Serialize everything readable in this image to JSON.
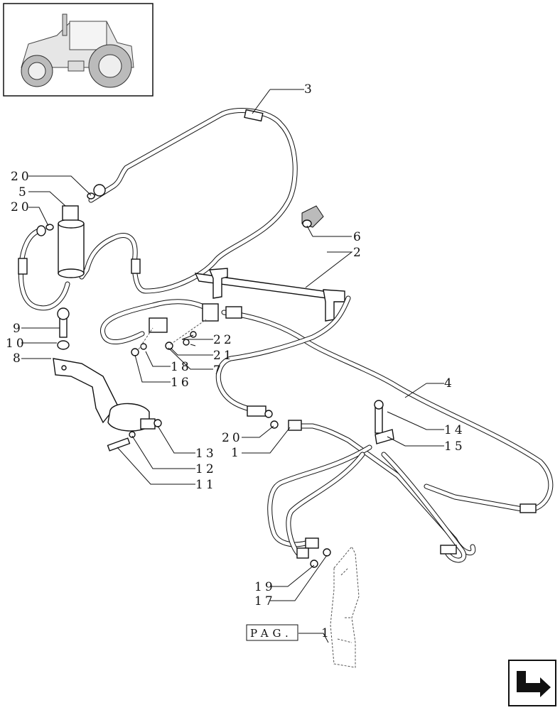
{
  "labels": [
    {
      "id": "3",
      "text": "3"
    },
    {
      "id": "20a",
      "text": "20"
    },
    {
      "id": "5",
      "text": "5"
    },
    {
      "id": "20b",
      "text": "20"
    },
    {
      "id": "6",
      "text": "6"
    },
    {
      "id": "2",
      "text": "2"
    },
    {
      "id": "9",
      "text": "9"
    },
    {
      "id": "10",
      "text": "10"
    },
    {
      "id": "8",
      "text": "8"
    },
    {
      "id": "22",
      "text": "22"
    },
    {
      "id": "21",
      "text": "21"
    },
    {
      "id": "18",
      "text": "18"
    },
    {
      "id": "7",
      "text": "7"
    },
    {
      "id": "16",
      "text": "16"
    },
    {
      "id": "4",
      "text": "4"
    },
    {
      "id": "14",
      "text": "14"
    },
    {
      "id": "15",
      "text": "15"
    },
    {
      "id": "20c",
      "text": "20"
    },
    {
      "id": "1",
      "text": "1"
    },
    {
      "id": "13",
      "text": "13"
    },
    {
      "id": "12",
      "text": "12"
    },
    {
      "id": "11",
      "text": "11"
    },
    {
      "id": "19",
      "text": "19"
    },
    {
      "id": "17",
      "text": "17"
    }
  ],
  "page_ref": {
    "text": "PAG.",
    "number": "1"
  },
  "icons": {
    "thumbnail": "tractor-icon",
    "nav": "next-page-arrow-icon"
  }
}
